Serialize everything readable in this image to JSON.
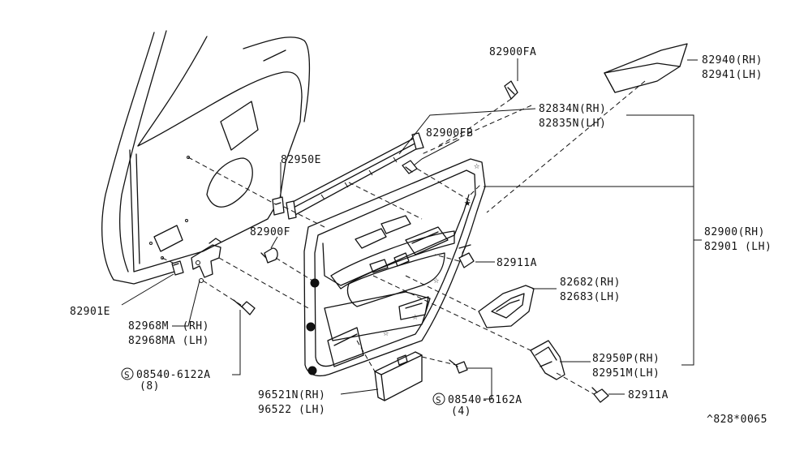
{
  "labels": {
    "p82900FA": "82900FA",
    "p82940": "82940(RH)",
    "p82941": "82941(LH)",
    "p82834N": "82834N(RH)",
    "p82835N": "82835N(LH)",
    "p82900FB": "82900FB",
    "p82950E": "82950E",
    "p82900F": "82900F",
    "p82900": "82900(RH)",
    "p82901": "82901 (LH)",
    "p82911A_top": "82911A",
    "p82682": "82682(RH)",
    "p82683": "82683(LH)",
    "p82901E": "82901E",
    "p82968M": "82968M  (RH)",
    "p82968MA": "82968MA (LH)",
    "p08540_6122A": "08540-6122A",
    "p08540_6122A_qty": "(8)",
    "p82950P": "82950P(RH)",
    "p82951M": "82951M(LH)",
    "p82911A_bottom": "82911A",
    "p96521N": "96521N(RH)",
    "p96522": "96522 (LH)",
    "p08540_6162A": "08540-6162A",
    "p08540_6162A_qty": "(4)",
    "ref_code": "^828*0065"
  },
  "symbols": {
    "screw_prefix": "S"
  }
}
